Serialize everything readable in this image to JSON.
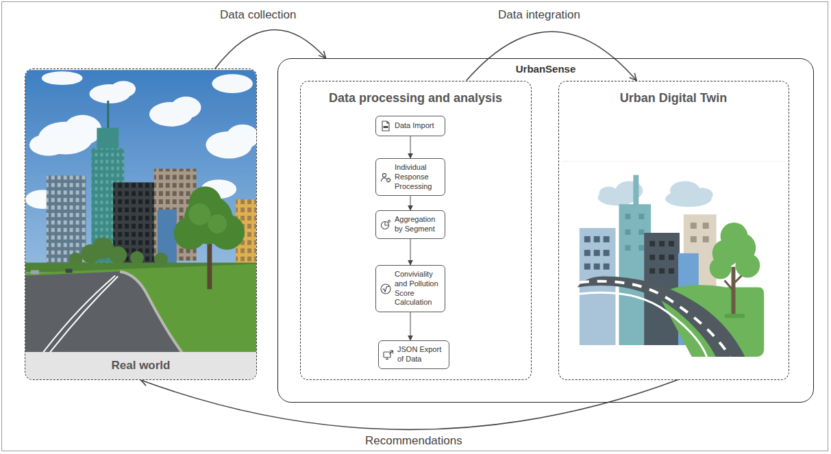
{
  "diagram": {
    "nodes": [
      {
        "text": [
          "Real world"
        ]
      },
      {
        "text": [
          "UrbanSense"
        ]
      },
      {
        "text": [
          "Data processing and analysis"
        ],
        "in": 1
      },
      {
        "text": [
          "Data Import"
        ],
        "in": 2
      },
      {
        "text": [
          "Individual Response Processing"
        ],
        "in": 2
      },
      {
        "text": [
          "Aggregation by Segment"
        ],
        "in": 2
      },
      {
        "text": [
          "Conviviality and Pollution Score Calculation"
        ],
        "in": 2
      },
      {
        "text": [
          "JSON Export of Data"
        ],
        "in": 2
      },
      {
        "text": [
          "Urban Digital Twin"
        ],
        "in": 1
      }
    ],
    "edges": [
      {
        "from": 0,
        "to": 1,
        "label": "Data collection",
        "arrow": "to"
      },
      {
        "from": 2,
        "to": 8,
        "label": "Data integration",
        "arrow": "to"
      },
      {
        "from": 8,
        "to": 0,
        "label": "Recommendations",
        "arrow": "to"
      },
      {
        "from": 3,
        "to": 4,
        "arrow": "to"
      },
      {
        "from": 4,
        "to": 5,
        "arrow": "to"
      },
      {
        "from": 5,
        "to": 6,
        "arrow": "to"
      },
      {
        "from": 6,
        "to": 7,
        "arrow": "to"
      }
    ]
  }
}
